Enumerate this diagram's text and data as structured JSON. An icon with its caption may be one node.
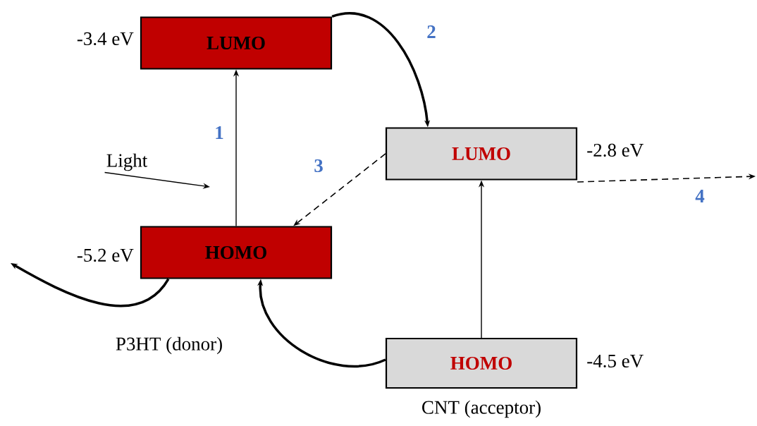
{
  "diagram": {
    "nodes": [
      {
        "text": [
          "LUMO"
        ],
        "beside": [
          "-3.4 eV"
        ]
      },
      {
        "text": [
          "HOMO"
        ],
        "beside": [
          "-5.2 eV",
          "P3HT (donor)"
        ]
      },
      {
        "text": [
          "LUMO"
        ],
        "beside": [
          "-2.8 eV"
        ]
      },
      {
        "text": [
          "HOMO"
        ],
        "beside": [
          "-4.5 eV",
          "CNT (acceptor)"
        ]
      },
      {
        "text": [
          "Light"
        ]
      }
    ],
    "edges": [
      {
        "from": 1,
        "to": 0,
        "arrow": "to",
        "label": "1"
      },
      {
        "from": 0,
        "to": 2,
        "arrow": "to",
        "label": "2",
        "style": "thick"
      },
      {
        "from": 2,
        "to": 1,
        "arrow": "to",
        "label": "3",
        "style": "dashed"
      },
      {
        "from": 2,
        "to": null,
        "arrow": "to",
        "label": "4",
        "style": "dashed"
      },
      {
        "from": 3,
        "to": 2,
        "arrow": "to"
      },
      {
        "from": 3,
        "to": 1,
        "arrow": "to",
        "style": "thick"
      },
      {
        "from": 1,
        "to": null,
        "arrow": "to",
        "style": "thick"
      },
      {
        "from": 4,
        "to": null,
        "arrow": "to"
      }
    ]
  }
}
